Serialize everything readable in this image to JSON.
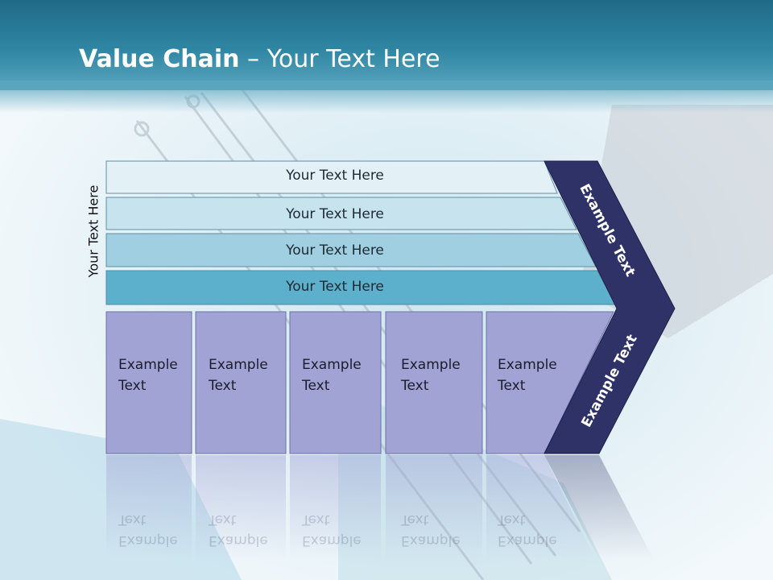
{
  "slide": {
    "title_bold": "Value Chain",
    "title_rest": " – Your Text Here",
    "side_label": "Your Text Here",
    "bars": [
      {
        "label": "Your Text Here"
      },
      {
        "label": "Your Text Here"
      },
      {
        "label": "Your Text Here"
      },
      {
        "label": "Your Text Here"
      }
    ],
    "boxes": [
      {
        "line1": "Example",
        "line2": "Text"
      },
      {
        "line1": "Example",
        "line2": "Text"
      },
      {
        "line1": "Example",
        "line2": "Text"
      },
      {
        "line1": "Example",
        "line2": "Text"
      },
      {
        "line1": "Example",
        "line2": "Text"
      }
    ],
    "chevron_top": "Example Text",
    "chevron_bottom": "Example Text"
  },
  "colors": {
    "bar1": "#e3f1f7",
    "bar2": "#c6e3ee",
    "bar3": "#9fcfe0",
    "bar4": "#5db0cc",
    "box": "#a0a3d3",
    "chevron": "#2f3266"
  }
}
